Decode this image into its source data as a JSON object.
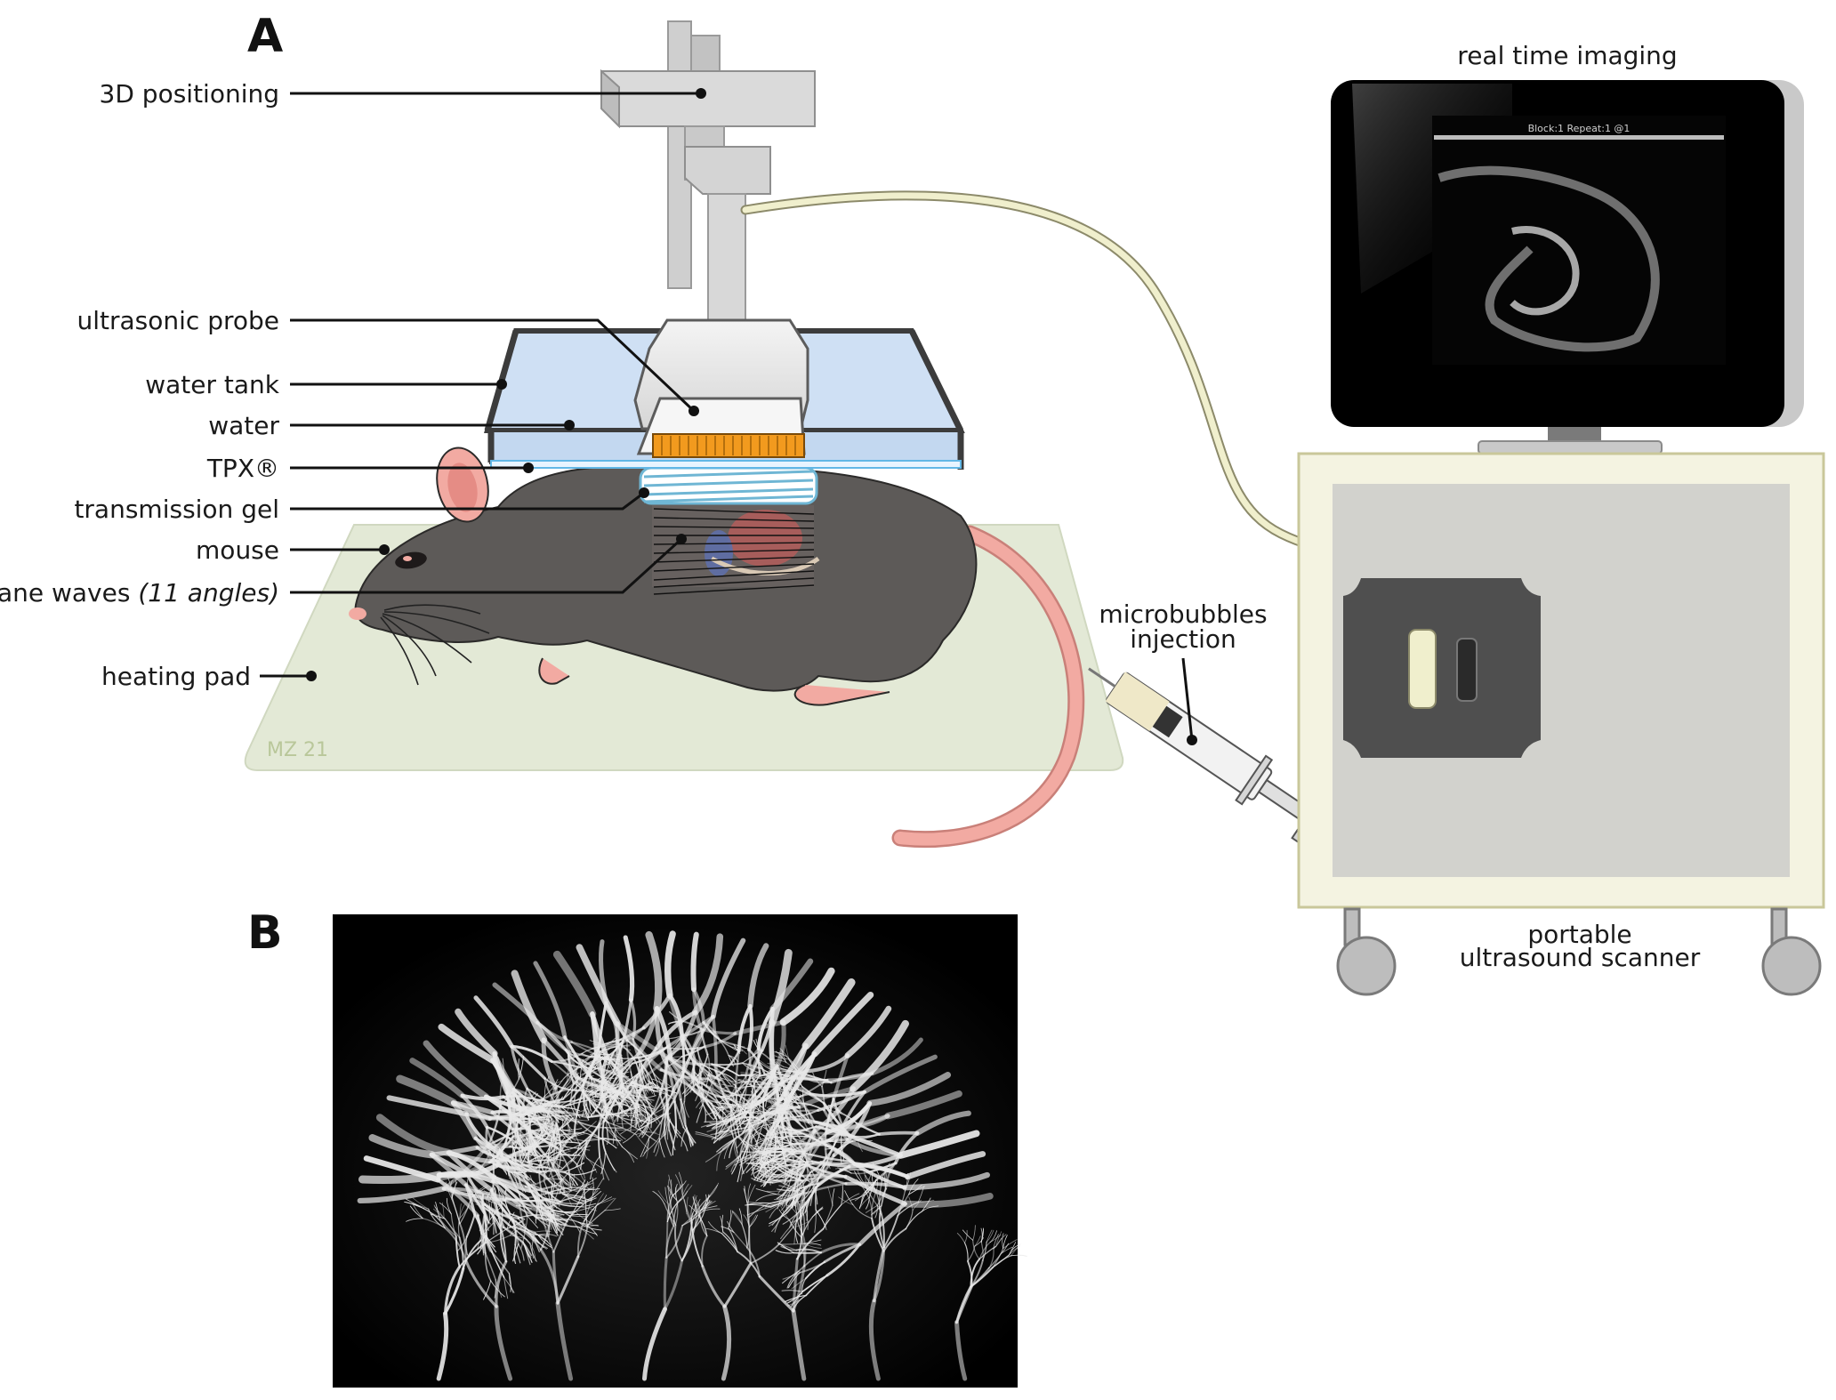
{
  "panels": {
    "a": "A",
    "b": "B"
  },
  "labels": {
    "positioning": "3D positioning",
    "probe": "ultrasonic probe",
    "tank": "water tank",
    "water": "water",
    "tpx": "TPX®",
    "gel": "transmission gel",
    "mouse": "mouse",
    "waves_main": "plane waves ",
    "waves_italic": "(11 angles)",
    "heating": "heating pad",
    "imaging": "real time imaging",
    "injection_line1": "microbubbles",
    "injection_line2": "injection",
    "scanner_line1": "portable",
    "scanner_line2": "ultrasound scanner",
    "screen_header": "Block:1 Repeat:1 @1",
    "signature": "MZ 21"
  },
  "colors": {
    "water": "#cfe0f4",
    "pad": "#e3e9d6",
    "mouse": "#5d5a58",
    "skin": "#f2aaa2",
    "element": "#f29a1e",
    "cart": "#f4f3e1",
    "probe_cable": "#f0efcd"
  }
}
